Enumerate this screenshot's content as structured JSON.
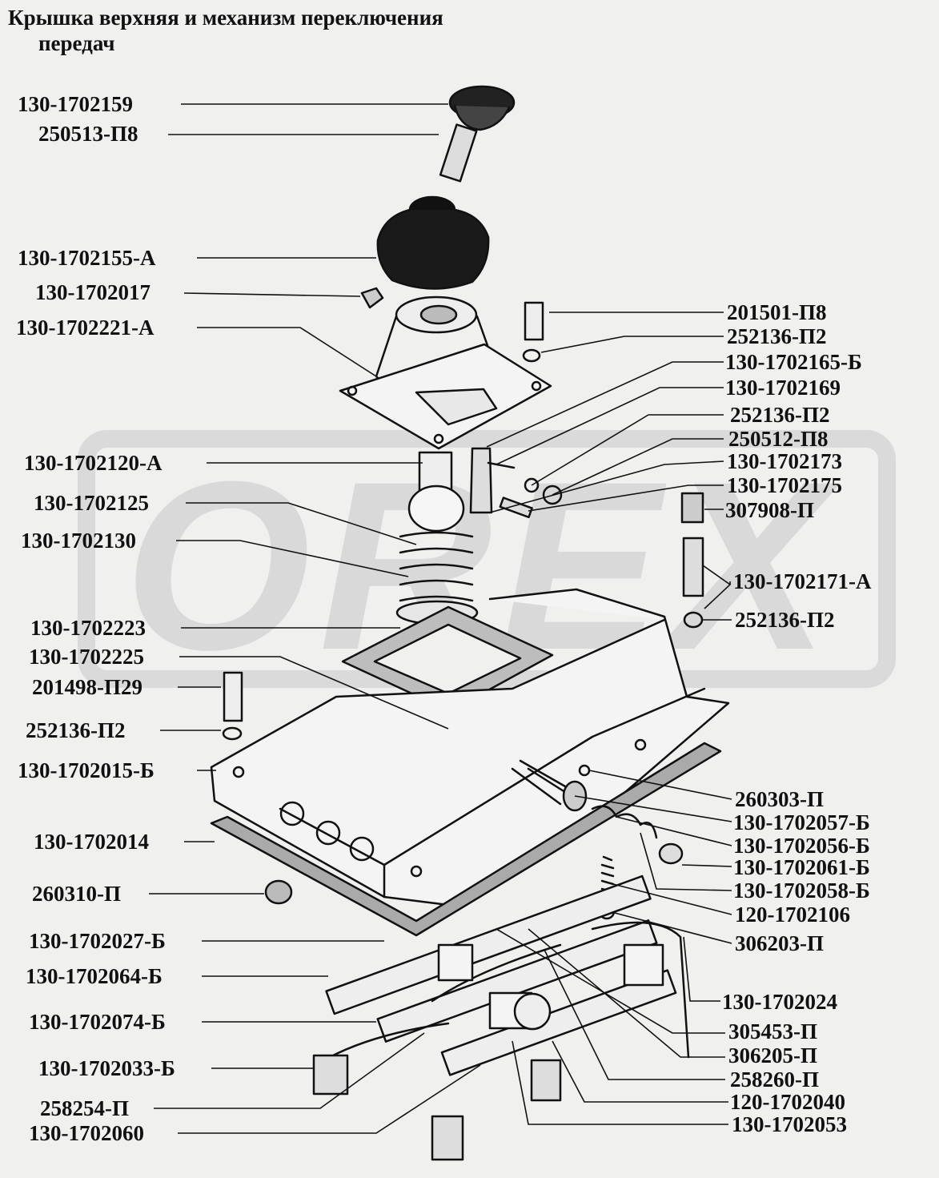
{
  "title": {
    "line1": "Крышка верхняя и механизм переключения",
    "line2": "передач"
  },
  "watermark": {
    "text": "OREX",
    "color": "#d9d9d9"
  },
  "colors": {
    "ink": "#111111",
    "paper": "#f0f0ef",
    "gasket": "#9a9a9a"
  },
  "labels_left": [
    "130-1702159",
    "250513-П8",
    "130-1702155-А",
    "130-1702017",
    "130-1702221-А",
    "130-1702120-А",
    "130-1702125",
    "130-1702130",
    "130-1702223",
    "130-1702225",
    "201498-П29",
    "252136-П2",
    "130-1702015-Б",
    "130-1702014",
    "260310-П",
    "130-1702027-Б",
    "130-1702064-Б",
    "130-1702074-Б",
    "130-1702033-Б",
    "258254-П",
    "130-1702060"
  ],
  "labels_right": [
    "201501-П8",
    "252136-П2",
    "130-1702165-Б",
    "130-1702169",
    "252136-П2",
    "250512-П8",
    "130-1702173",
    "130-1702175",
    "307908-П",
    "130-1702171-А",
    "252136-П2",
    "260303-П",
    "130-1702057-Б",
    "130-1702056-Б",
    "130-1702061-Б",
    "130-1702058-Б",
    "120-1702106",
    "306203-П",
    "130-1702024",
    "305453-П",
    "306205-П",
    "258260-П",
    "120-1702040",
    "130-1702053"
  ]
}
